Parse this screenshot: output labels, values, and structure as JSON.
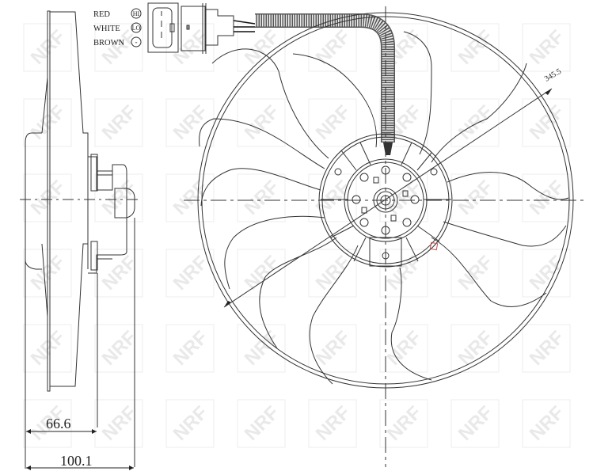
{
  "diagram": {
    "type": "technical-drawing",
    "subject": "radiator cooling fan with motor",
    "watermark_text": "NRF",
    "colors": {
      "line": "#333333",
      "watermark": "#e6e6e6",
      "marker": "#c0504d"
    }
  },
  "connector_legend": {
    "items": [
      {
        "wire": "RED",
        "pin": "HI"
      },
      {
        "wire": "WHITE",
        "pin": "LO"
      },
      {
        "wire": "BROWN",
        "pin": "-"
      }
    ]
  },
  "dimensions": {
    "fan_diameter": "345.5",
    "depth_inner": "66.6",
    "depth_total": "100.1"
  }
}
